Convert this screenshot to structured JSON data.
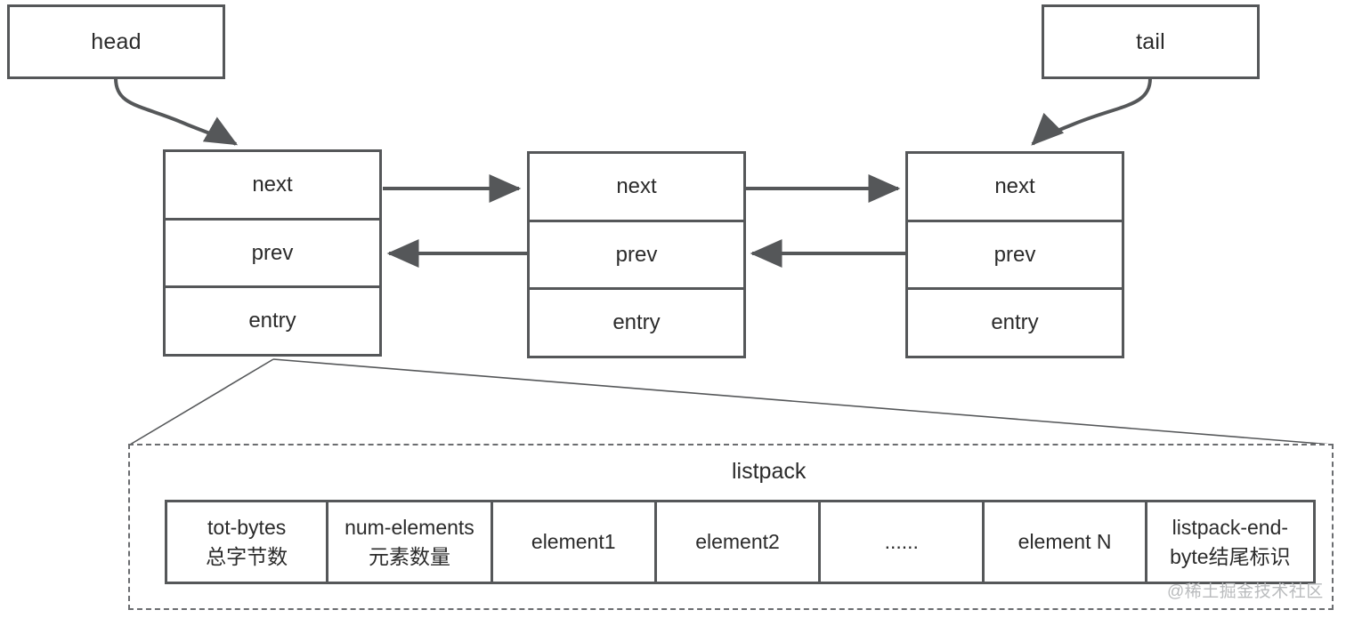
{
  "diagram": {
    "title": "Redis quicklist with listpack entry",
    "stroke_color": "#555759",
    "text_color": "#2b2b2b",
    "dashed_color": "#6b6d70",
    "background": "#ffffff"
  },
  "pointers": {
    "head": "head",
    "tail": "tail"
  },
  "nodes": [
    {
      "next": "next",
      "prev": "prev",
      "entry": "entry"
    },
    {
      "next": "next",
      "prev": "prev",
      "entry": "entry"
    },
    {
      "next": "next",
      "prev": "prev",
      "entry": "entry"
    }
  ],
  "listpack": {
    "title": "listpack",
    "cells": [
      {
        "en": "tot-bytes",
        "zh": "总字节数"
      },
      {
        "en": "num-elements",
        "zh": "元素数量"
      },
      {
        "en": "element1",
        "zh": ""
      },
      {
        "en": "element2",
        "zh": ""
      },
      {
        "en": "......",
        "zh": ""
      },
      {
        "en": "element N",
        "zh": ""
      },
      {
        "en": "listpack-end-",
        "zh": "byte结尾标识"
      }
    ]
  },
  "watermark": "@稀土掘金技术社区"
}
